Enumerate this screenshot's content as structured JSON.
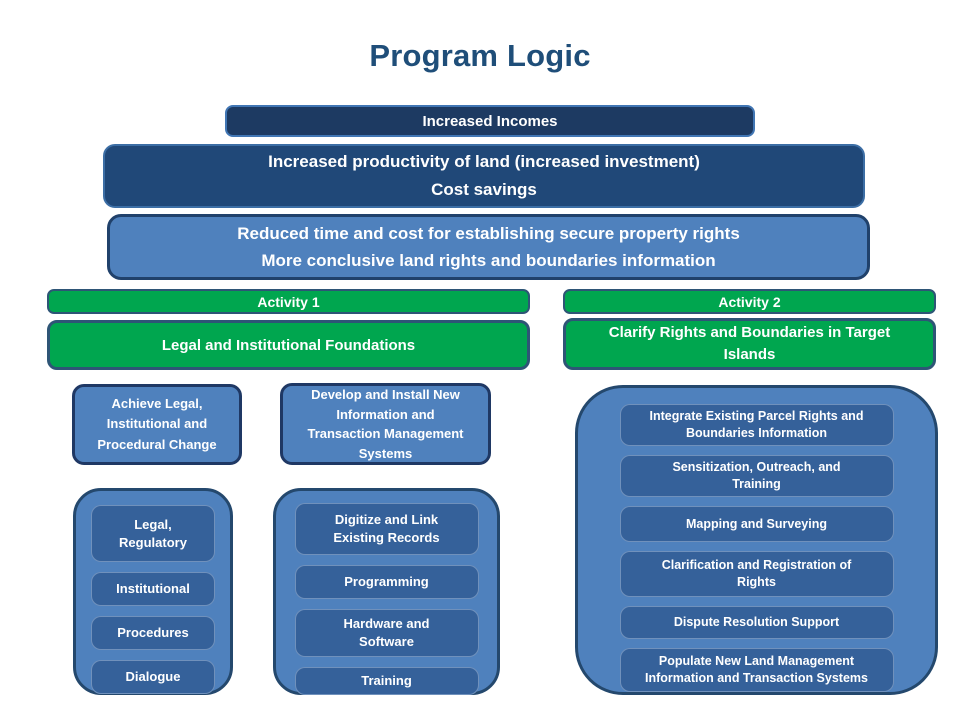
{
  "slide_title": "Program Logic",
  "palette": {
    "title_text": "#1F4E79",
    "navy_dark": "#1D3A62",
    "navy": "#204878",
    "medium_blue": "#4F81BD",
    "item_blue": "#35619A",
    "green": "#00A64F",
    "dark_border": "#1F3864",
    "slate_border": "#2E5576",
    "text_on_fill": "#FFFFFF"
  },
  "outcomes": {
    "level1": "Increased Incomes",
    "level2": "Increased productivity of land (increased investment)\nCost savings",
    "level3": "Reduced time and cost for establishing secure property rights\nMore conclusive land rights and boundaries information"
  },
  "activity1": {
    "bar": "Activity 1",
    "heading": "Legal and Institutional Foundations",
    "outputs": [
      "Achieve Legal,\nInstitutional and\nProcedural Change",
      "Develop and Install New\nInformation and\nTransaction  Management\nSystems"
    ],
    "legal_group": [
      "Legal,\nRegulatory",
      "Institutional",
      "Procedures",
      "Dialogue"
    ],
    "systems_group": [
      "Digitize and Link\nExisting Records",
      "Programming",
      "Hardware and\nSoftware",
      "Training"
    ]
  },
  "activity2": {
    "bar": "Activity 2",
    "heading": "Clarify Rights and Boundaries in Target\nIslands",
    "tasks": [
      "Integrate Existing Parcel Rights and\nBoundaries Information",
      "Sensitization, Outreach, and\nTraining",
      "Mapping and Surveying",
      "Clarification and Registration of\nRights",
      "Dispute Resolution Support",
      "Populate New Land Management\nInformation and Transaction Systems"
    ]
  }
}
